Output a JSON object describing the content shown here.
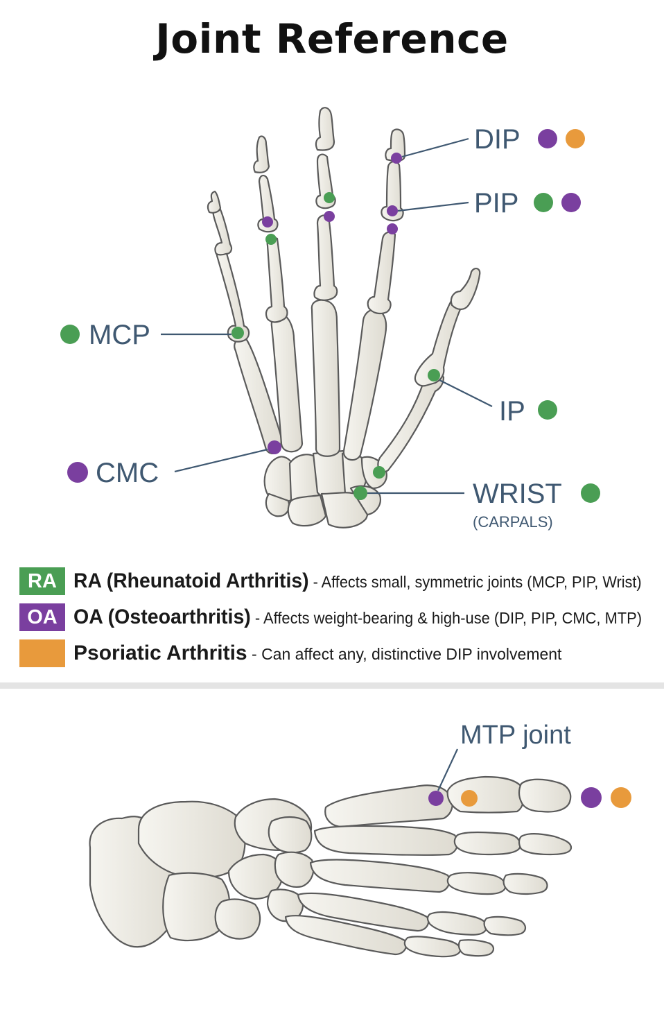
{
  "title": "Joint Reference",
  "colors": {
    "ra": "#4a9e54",
    "oa": "#7a3f9f",
    "psa": "#e89a3c",
    "label": "#3f5871",
    "bone": "#eceae2",
    "bone_outline": "#5c5c5c"
  },
  "joints": {
    "dip": "DIP",
    "pip": "PIP",
    "mcp": "MCP",
    "ip": "IP",
    "cmc": "CMC",
    "wrist": "WRIST",
    "wrist_sub": "(CARPALS)",
    "mtp": "MTP joint"
  },
  "legend": [
    {
      "badge": "RA",
      "name": "RA (Rheunatoid Arthritis)",
      "desc": " - Affects small, symmetric joints (MCP, PIP, Wrist)"
    },
    {
      "badge": "OA",
      "name": "OA (Osteoarthritis)",
      "desc": " - Affects weight-bearing & high-use (DIP, PIP, CMC, MTP)"
    },
    {
      "badge": "",
      "name": "Psoriatic Arthritis",
      "desc": " - Can affect any, distinctive DIP involvement"
    }
  ]
}
